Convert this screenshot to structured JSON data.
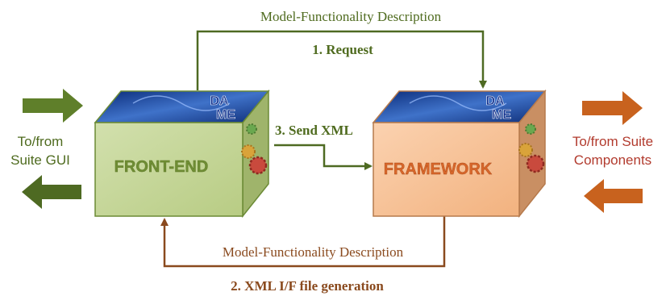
{
  "colors": {
    "green_dark": "#4e6a22",
    "green_arrow": "#5f7f2a",
    "green_label": "#4f6b1f",
    "green_front": "#c6d79b",
    "green_side": "#9fb46b",
    "orange_front": "#f7c49c",
    "orange_side": "#c98f63",
    "orange_arrow": "#c8621e",
    "brown_flow": "#8a4a1e",
    "red_label": "#b23b2e",
    "framework_text": "#d8672a",
    "front_end_text": "#6f8e34",
    "top_blue": "#1a3f8f"
  },
  "labels": {
    "top_flow": "Model-Functionality Description",
    "request": "1. Request",
    "send_xml": "3. Send XML",
    "bottom_flow": "Model-Functionality Description",
    "xml_gen": "2. XML I/F file generation",
    "left_label_line1": "To/from",
    "left_label_line2": "Suite GUI",
    "right_label_line1": "To/from Suite",
    "right_label_line2": "Components"
  },
  "boxes": {
    "front_end": {
      "label": "FRONT-END",
      "logo_top": "DA",
      "logo_bottom": "ME",
      "gear_icons": "gear-icon"
    },
    "framework": {
      "label": "FRAMEWORK",
      "logo_top": "DA",
      "logo_bottom": "ME",
      "gear_icons": "gear-icon"
    }
  }
}
